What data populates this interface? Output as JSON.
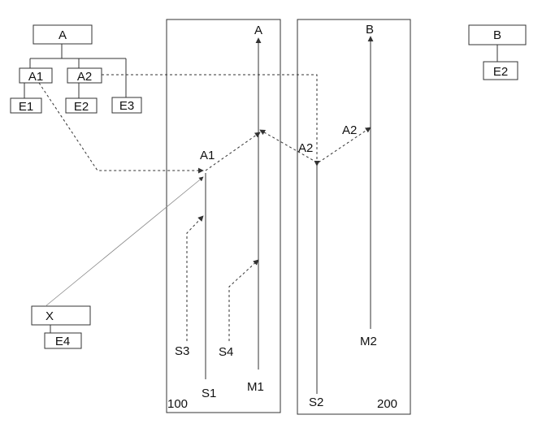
{
  "tree_left": {
    "root": "A",
    "children": [
      "A1",
      "A2",
      "E3"
    ],
    "a1_child": "E1",
    "a2_child": "E2"
  },
  "tree_right": {
    "root": "B",
    "child": "E2"
  },
  "tree_x": {
    "root": "X",
    "child": "E4"
  },
  "panel_100": {
    "corner_label": "100",
    "top_label": "A",
    "merge_label": "A1",
    "streams": [
      "S1",
      "S3",
      "S4",
      "M1"
    ]
  },
  "panel_200": {
    "corner_label": "200",
    "top_label": "B",
    "merge_label_a": "A2",
    "merge_label_b": "A2",
    "streams": [
      "S2",
      "M2"
    ]
  }
}
